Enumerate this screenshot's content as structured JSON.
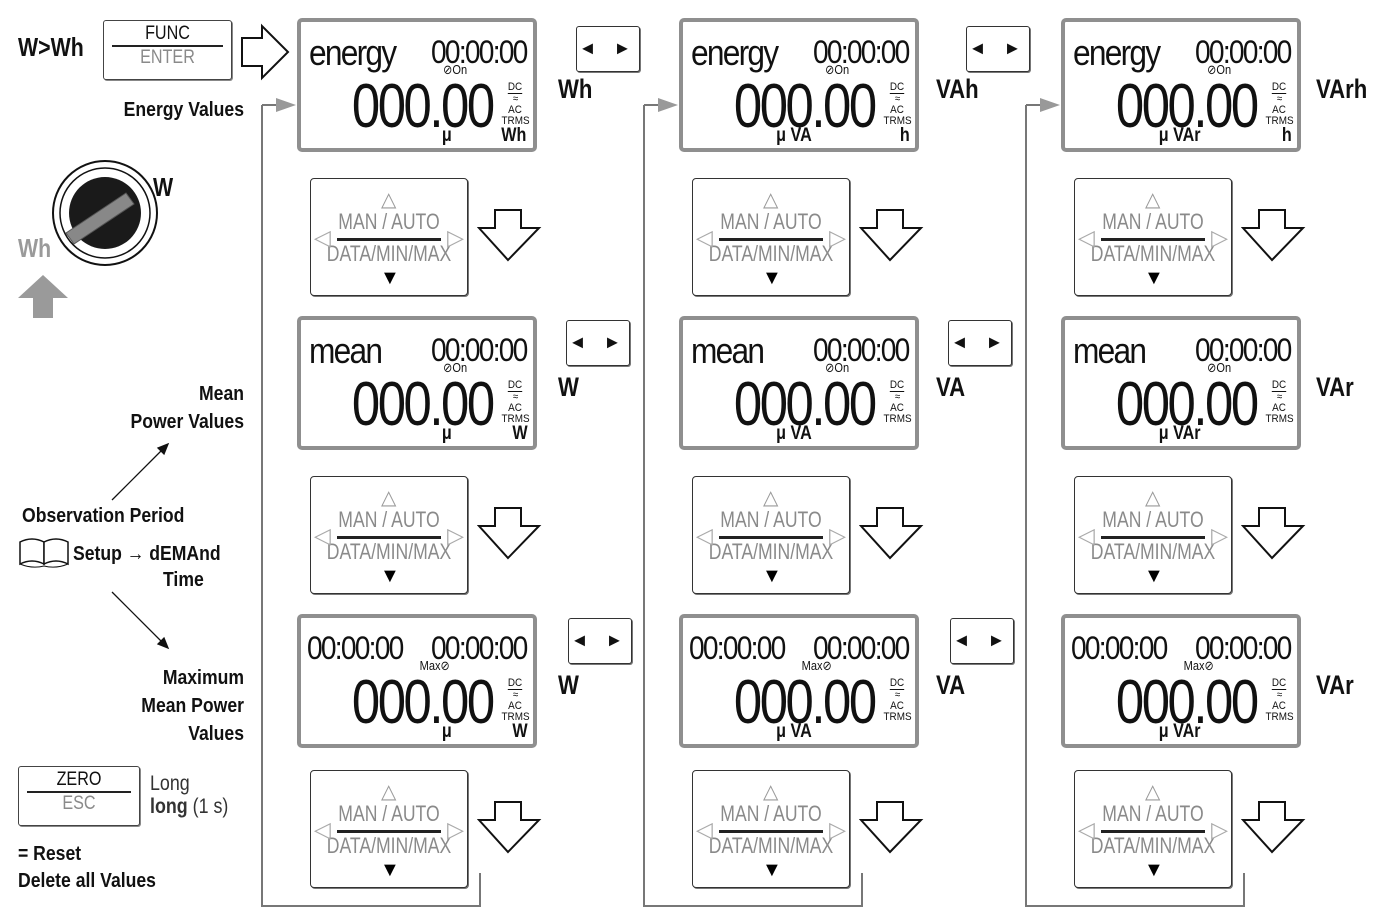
{
  "left": {
    "mode_label": "W>Wh",
    "func_key": {
      "top": "FUNC",
      "bottom": "ENTER"
    },
    "energy_values": "Energy Values",
    "dial": {
      "w": "W",
      "wh": "Wh"
    },
    "mean_power": [
      "Mean",
      "Power Values"
    ],
    "observation": "Observation Period",
    "setup": "Setup → dEMAnd",
    "time": "Time",
    "max_mean": [
      "Maximum",
      "Mean Power",
      "Values"
    ],
    "zero_key": {
      "top": "ZERO",
      "bottom": "ESC"
    },
    "long": "Long",
    "long2": "long",
    "long2_suffix": " (1 s)",
    "reset": "= Reset",
    "delete_all": "Delete all Values"
  },
  "lcd_common": {
    "zero_value": "000.00",
    "dc": "DC",
    "ac": "AC",
    "trms": "TRMS",
    "timer_on": "On",
    "timer_max": "Max",
    "micro": "μ"
  },
  "keys_panel": {
    "man_auto": "MAN / AUTO",
    "data_min_max": "DATA/MIN/MAX",
    "up": "△",
    "down": "▼",
    "left": "◁",
    "right": "▷"
  },
  "nav_label": "◄ ►",
  "columns": [
    {
      "rows": [
        {
          "mode": "energy",
          "time": "00:00:00",
          "tag": "On",
          "small": "μ",
          "unit_br": "Wh",
          "side": "Wh"
        },
        {
          "mode": "mean",
          "time": "00:00:00",
          "tag": "On",
          "small": "μ",
          "unit_br": "W",
          "side": "W"
        },
        {
          "mode": "00:00:00",
          "time": "00:00:00",
          "tag": "Max",
          "small": "μ",
          "unit_br": "W",
          "side": "W"
        }
      ]
    },
    {
      "rows": [
        {
          "mode": "energy",
          "time": "00:00:00",
          "tag": "On",
          "small": "μ  VA",
          "unit_br": "h",
          "side": "VAh"
        },
        {
          "mode": "mean",
          "time": "00:00:00",
          "tag": "On",
          "small": "μ  VA",
          "unit_br": "",
          "side": "VA"
        },
        {
          "mode": "00:00:00",
          "time": "00:00:00",
          "tag": "Max",
          "small": "μ  VA",
          "unit_br": "",
          "side": "VA"
        }
      ]
    },
    {
      "rows": [
        {
          "mode": "energy",
          "time": "00:00:00",
          "tag": "On",
          "small": "μ VAr",
          "unit_br": "h",
          "side": "VArh"
        },
        {
          "mode": "mean",
          "time": "00:00:00",
          "tag": "On",
          "small": "μ VAr",
          "unit_br": "",
          "side": "VAr"
        },
        {
          "mode": "00:00:00",
          "time": "00:00:00",
          "tag": "Max",
          "small": "μ VAr",
          "unit_br": "",
          "side": "VAr"
        }
      ]
    }
  ],
  "colors": {
    "frame": "#8f8f8f",
    "arrow_gray": "#999999",
    "dim_text": "#8a8a8a",
    "line": "#777777"
  }
}
